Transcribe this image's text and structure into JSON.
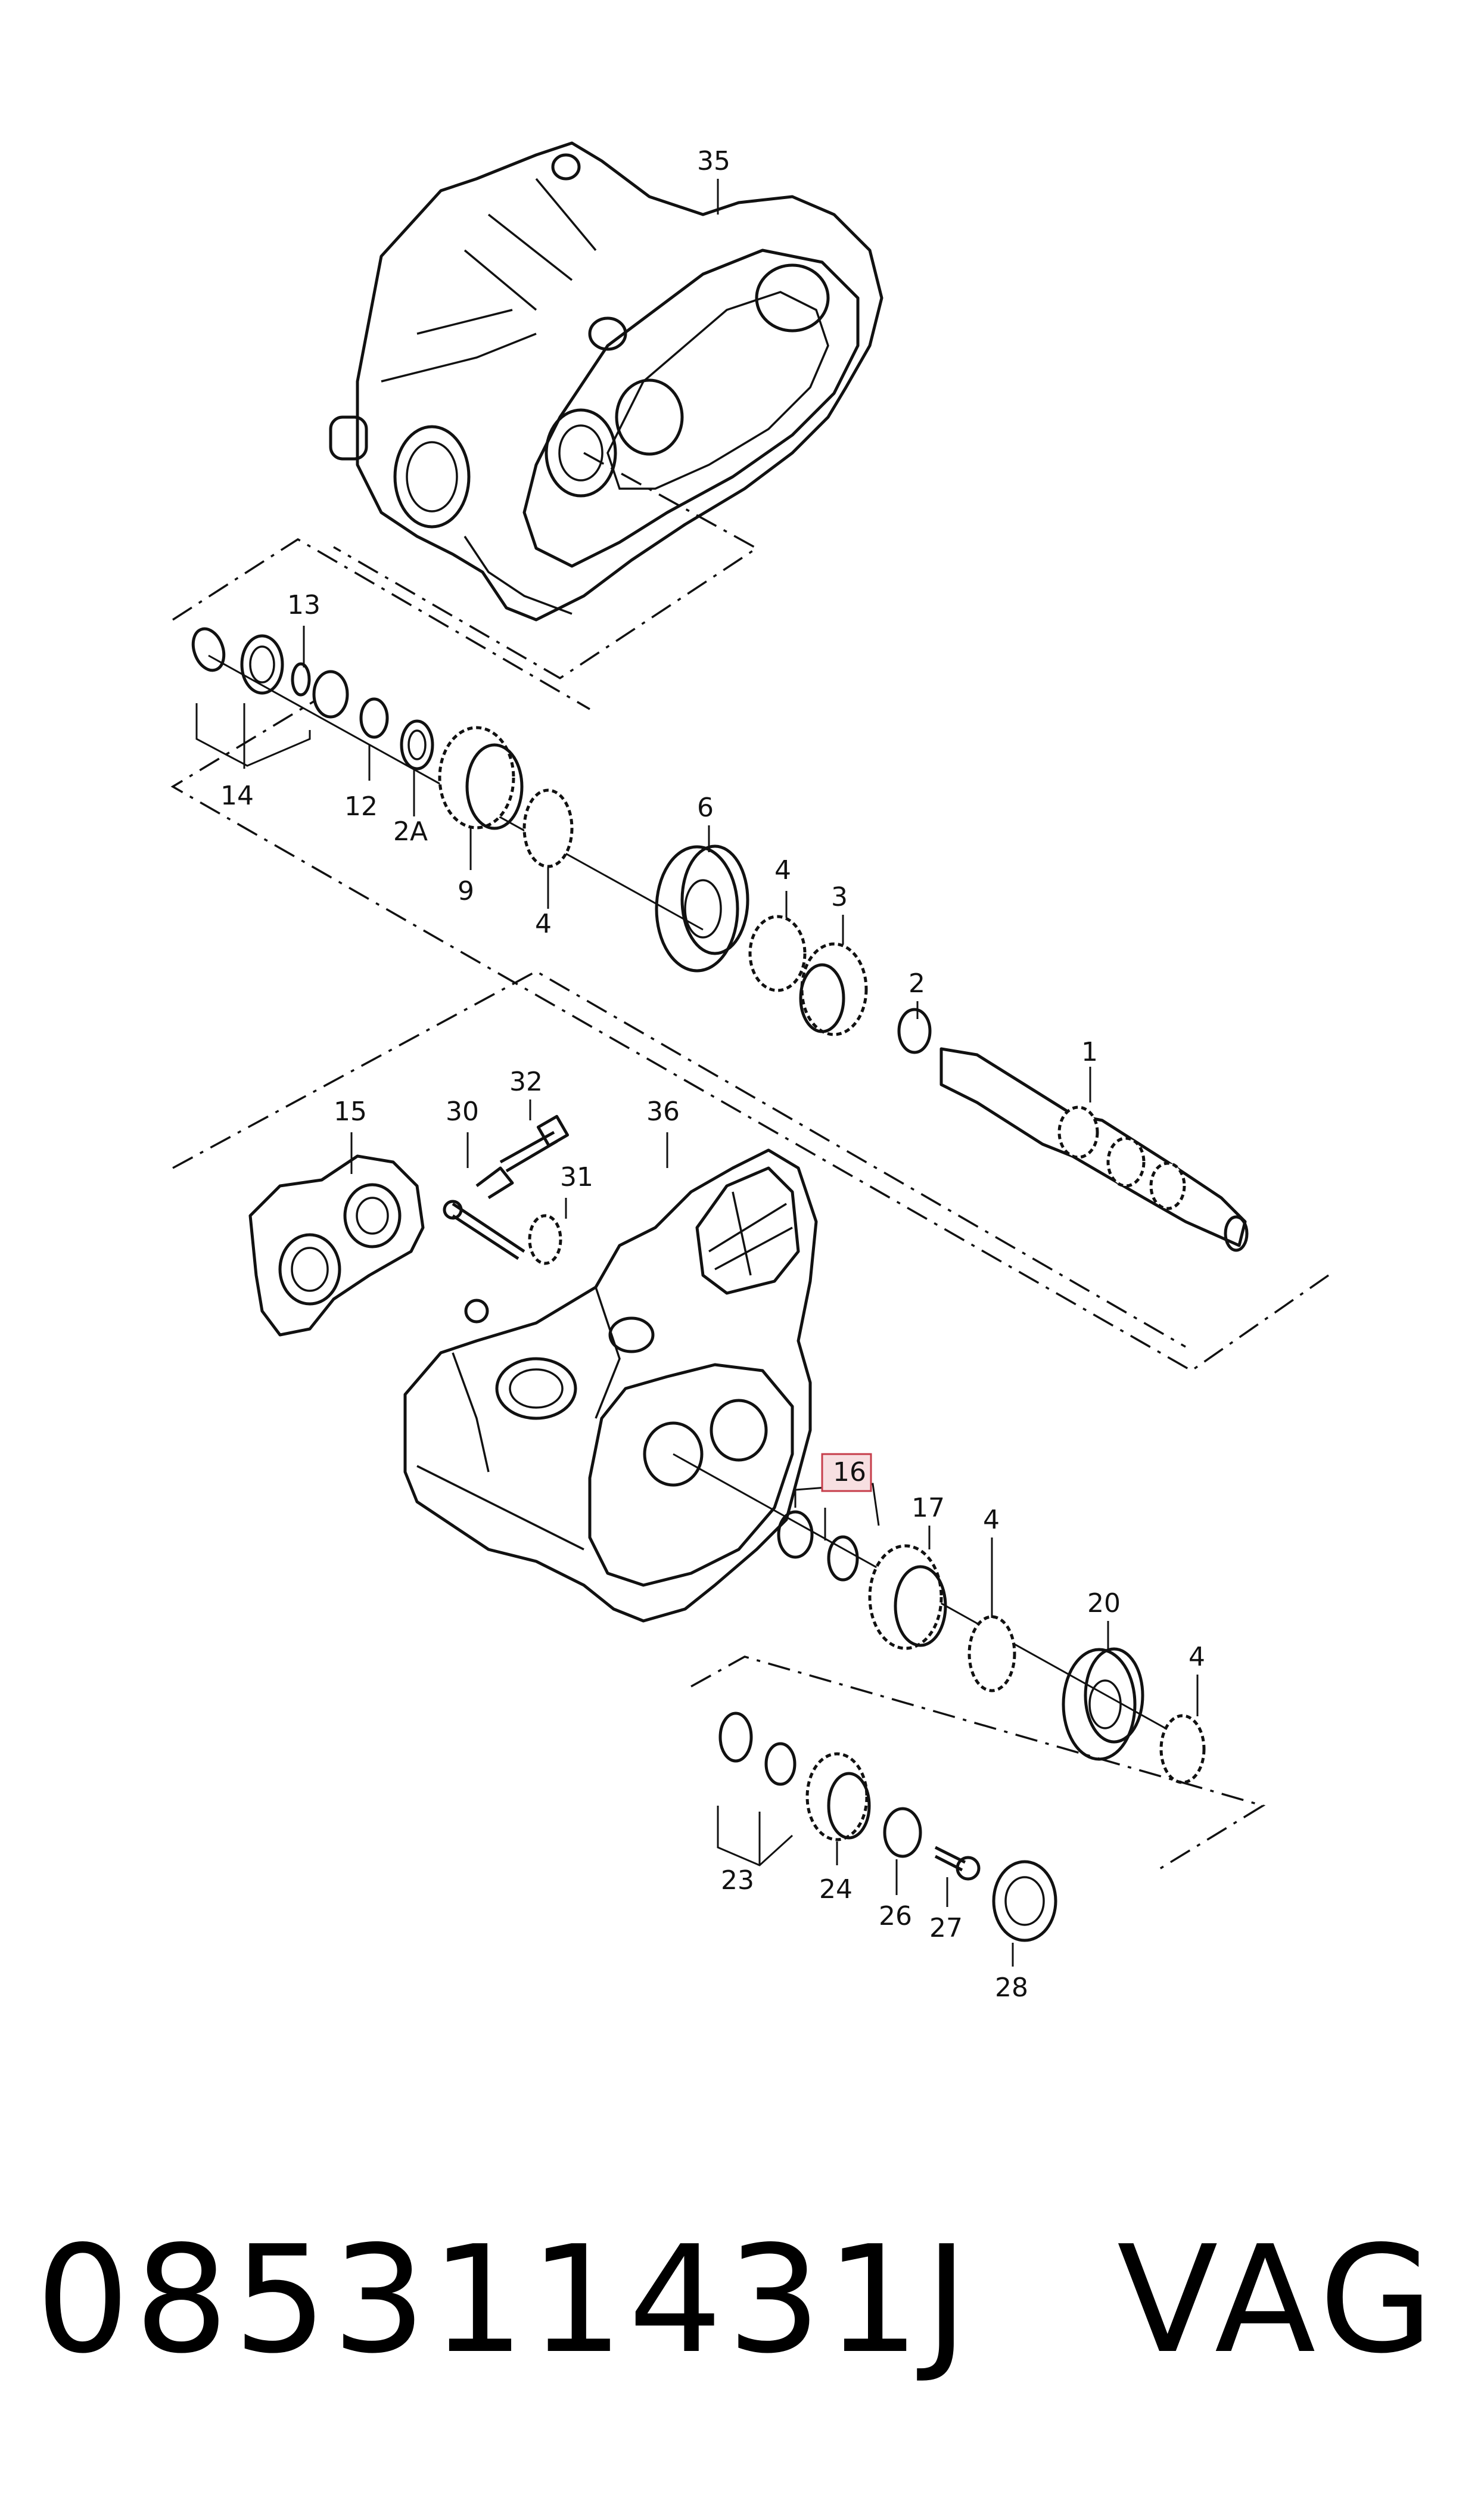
{
  "callouts": {
    "c35": "35",
    "c13": "13",
    "c14": "14",
    "c12": "12",
    "c2a": "2A",
    "c9": "9",
    "c4a": "4",
    "c6": "6",
    "c4b": "4",
    "c3": "3",
    "c2": "2",
    "c1": "1",
    "c32": "32",
    "c15": "15",
    "c30": "30",
    "c36": "36",
    "c31": "31",
    "c16": "16",
    "c17": "17",
    "c4c": "4",
    "c20": "20",
    "c4d": "4",
    "c23": "23",
    "c24": "24",
    "c26": "26",
    "c27": "27",
    "c28": "28"
  },
  "highlighted_callout": "16",
  "footer": {
    "part_number": "085311431J",
    "brand": "VAG"
  },
  "colors": {
    "highlight_fill": "#f7dfe1",
    "highlight_stroke": "#c63d4a",
    "line": "#111111"
  }
}
